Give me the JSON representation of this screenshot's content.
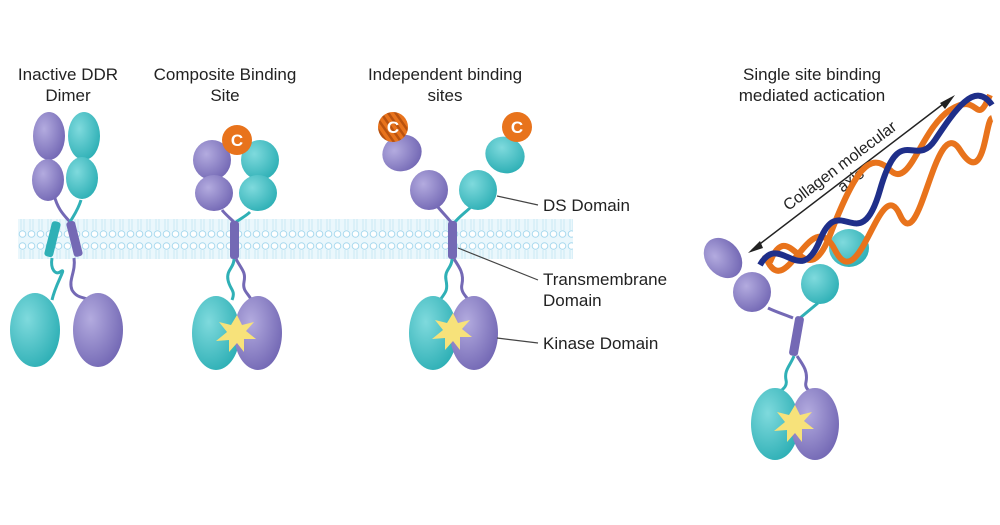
{
  "panels": {
    "inactive": {
      "title_line1": "Inactive DDR",
      "title_line2": "Dimer"
    },
    "composite": {
      "title_line1": "Composite Binding",
      "title_line2": "Site"
    },
    "independent": {
      "title_line1": "Independent binding",
      "title_line2": "sites"
    },
    "single": {
      "title_line1": "Single site binding",
      "title_line2": "mediated actication"
    }
  },
  "domain_labels": {
    "ds": "DS Domain",
    "tm_line1": "Transmembrane",
    "tm_line2": "Domain",
    "kinase": "Kinase Domain"
  },
  "collagen_axis": {
    "line1": "Collagen molecular",
    "line2": "axis"
  },
  "collagen_marker": "C",
  "colors": {
    "purple": "#8a80c4",
    "teal": "#3fbfc4",
    "orange": "#e8731c",
    "navy": "#1f2f8a",
    "membrane": "#bfe6f2",
    "star": "#f7e27a"
  }
}
